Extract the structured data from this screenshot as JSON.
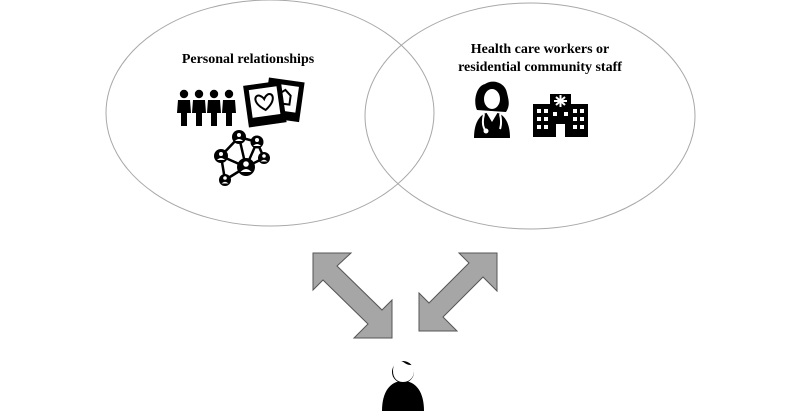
{
  "diagram": {
    "left_circle": {
      "title": "Personal relationships",
      "icons": [
        "family-group-icon",
        "photo-frames-icon",
        "social-network-icon"
      ]
    },
    "right_circle": {
      "title_line1": "Health care workers or",
      "title_line2": "residential community staff",
      "icons": [
        "doctor-icon",
        "hospital-icon"
      ]
    },
    "arrows": [
      "double-arrow-left",
      "double-arrow-right"
    ],
    "center_person": "person-icon",
    "colors": {
      "circle_stroke": "#a8a8a8",
      "arrow_fill": "#a6a6a6",
      "arrow_stroke": "#555555",
      "icon_fill": "#000000"
    }
  }
}
